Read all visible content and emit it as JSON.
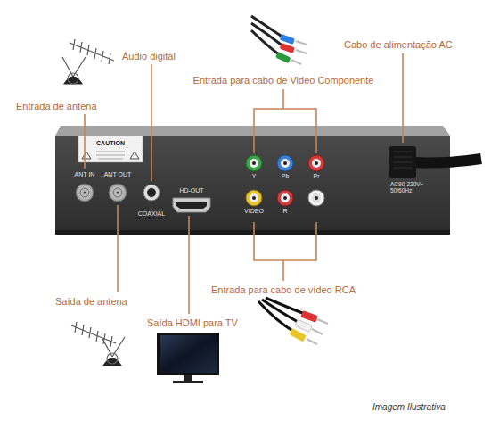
{
  "diagram": {
    "labels": [
      "Áudio digital",
      "Entrada de antena",
      "Entrada para cabo de Video Componente",
      "Cabo de alimentação AC",
      "CAUTION",
      "ANT IN",
      "ANT OUT",
      "COAXIAL",
      "HD-OUT",
      "Y",
      "Pb",
      "Pr",
      "VIDEO",
      "R",
      "AC90-220V~ 50/60Hz",
      "Saída de antena",
      "Saída HDMI para TV",
      "Entrada para cabo de vídeo RCA",
      "Imagem Ilustrativa"
    ]
  }
}
